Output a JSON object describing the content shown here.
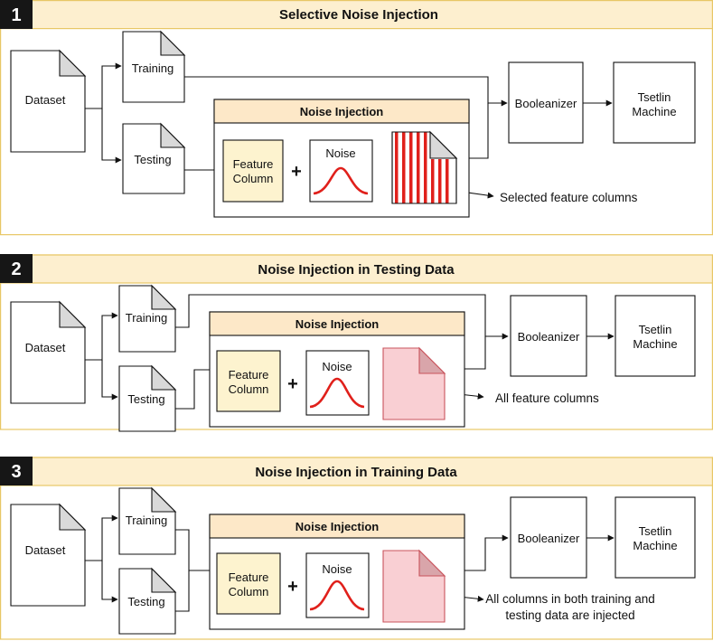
{
  "panels": [
    {
      "number": "1",
      "title": "Selective Noise Injection",
      "dataset": "Dataset",
      "training": "Training",
      "testing": "Testing",
      "noise_injection_title": "Noise Injection",
      "feature_column": [
        "Feature",
        "Column"
      ],
      "plus": "+",
      "noise": "Noise",
      "booleanizer": "Booleanizer",
      "tsetlin_machine": [
        "Tsetlin",
        "Machine"
      ],
      "annotation": [
        "Selected feature columns"
      ]
    },
    {
      "number": "2",
      "title": "Noise Injection in Testing Data",
      "dataset": "Dataset",
      "training": "Training",
      "testing": "Testing",
      "noise_injection_title": "Noise Injection",
      "feature_column": [
        "Feature",
        "Column"
      ],
      "plus": "+",
      "noise": "Noise",
      "booleanizer": "Booleanizer",
      "tsetlin_machine": [
        "Tsetlin",
        "Machine"
      ],
      "annotation": [
        "All feature columns"
      ]
    },
    {
      "number": "3",
      "title": "Noise Injection in Training Data",
      "dataset": "Dataset",
      "training": "Training",
      "testing": "Testing",
      "noise_injection_title": "Noise Injection",
      "feature_column": [
        "Feature",
        "Column"
      ],
      "plus": "+",
      "noise": "Noise",
      "booleanizer": "Booleanizer",
      "tsetlin_machine": [
        "Tsetlin",
        "Machine"
      ],
      "annotation": [
        "All columns in both training and",
        "testing data are injected"
      ]
    }
  ],
  "colors": {
    "panel_header_fill": "#fdefcf",
    "panel_border": "#e8c766",
    "feature_column_fill": "#fdf3cf",
    "noise_curve": "#e0201b",
    "injected_doc_fill": "#f9cfd3"
  }
}
